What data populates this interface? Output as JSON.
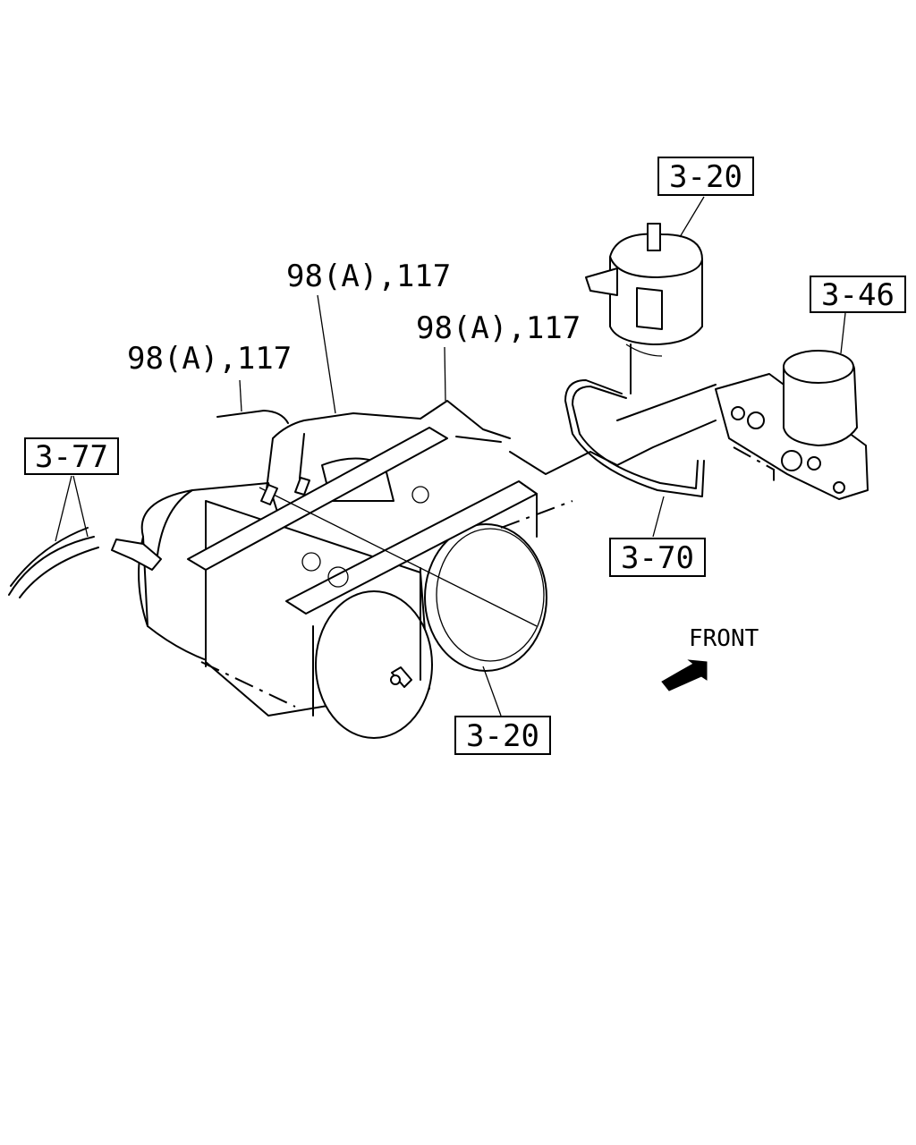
{
  "callouts": {
    "c1": "3-20",
    "c2": "3-46",
    "c3": "3-77",
    "c4": "3-70",
    "c5": "3-20"
  },
  "labels": {
    "l1": "98(A),117",
    "l2": "98(A),117",
    "l3": "98(A),117"
  },
  "direction": {
    "text": "FRONT"
  },
  "icons": {
    "arrow": "front-arrow-icon"
  }
}
